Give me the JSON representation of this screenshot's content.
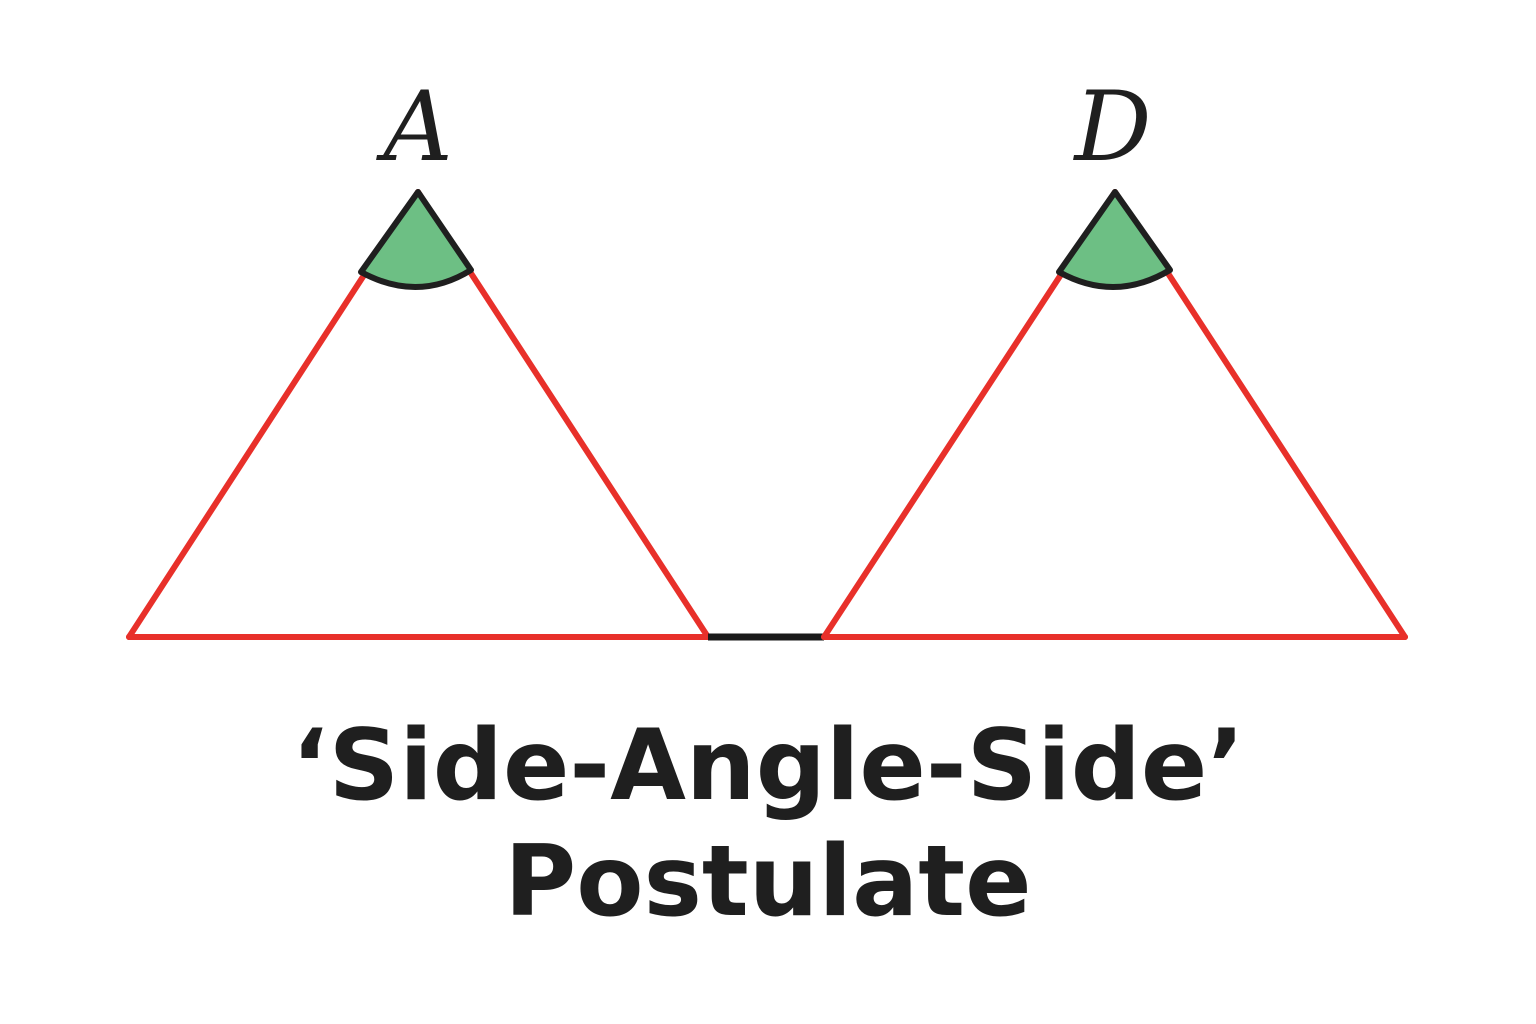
{
  "diagram": {
    "vertex_labels": {
      "left_apex": "A",
      "right_apex": "D"
    },
    "caption": {
      "line1": "‘Side-Angle-Side’",
      "line2": "Postulate"
    },
    "colors": {
      "triangle_sides": "#e8302a",
      "connector": "#1a1a1a",
      "angle_fill": "#6dbf84",
      "angle_stroke": "#1f1f1f",
      "text": "#1f1f1f",
      "background": "#ffffff"
    }
  }
}
